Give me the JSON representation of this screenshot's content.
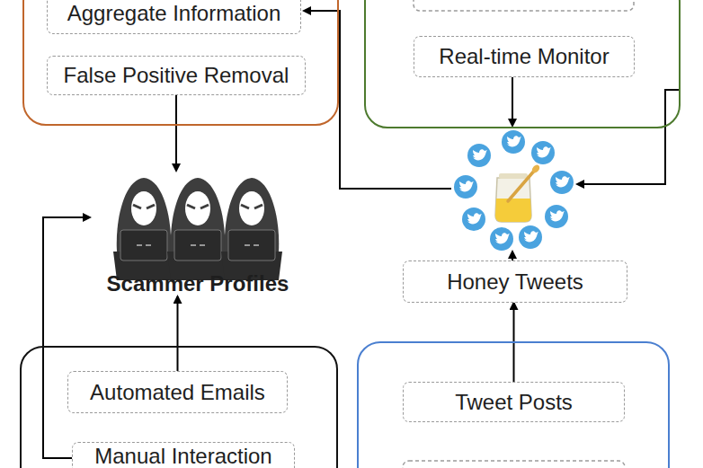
{
  "diagram": {
    "nodes": [
      {
        "text": []
      },
      {
        "text": [
          "Aggregate Information"
        ],
        "in": 0
      },
      {
        "text": [
          "False Positive Removal"
        ],
        "in": 0
      },
      {
        "text": []
      },
      {
        "text": [
          "Real-time Monitor"
        ],
        "in": 3
      },
      {
        "text": [
          "Scammer Profiles"
        ]
      },
      {
        "text": [
          "Honey Tweets"
        ]
      },
      {
        "text": []
      },
      {
        "text": [
          "Automated Emails"
        ],
        "in": 7
      },
      {
        "text": [
          "Manual Interaction"
        ],
        "in": 7
      },
      {
        "text": []
      },
      {
        "text": [
          "Tweet Posts"
        ],
        "in": 10
      }
    ],
    "edges": [
      {
        "from": 2,
        "to": 5,
        "arrow": "to"
      },
      {
        "from": 8,
        "to": 5,
        "arrow": "to"
      },
      {
        "from": 9,
        "to": 5,
        "arrow": "to"
      },
      {
        "from": 11,
        "to": 6,
        "arrow": "to"
      }
    ]
  }
}
